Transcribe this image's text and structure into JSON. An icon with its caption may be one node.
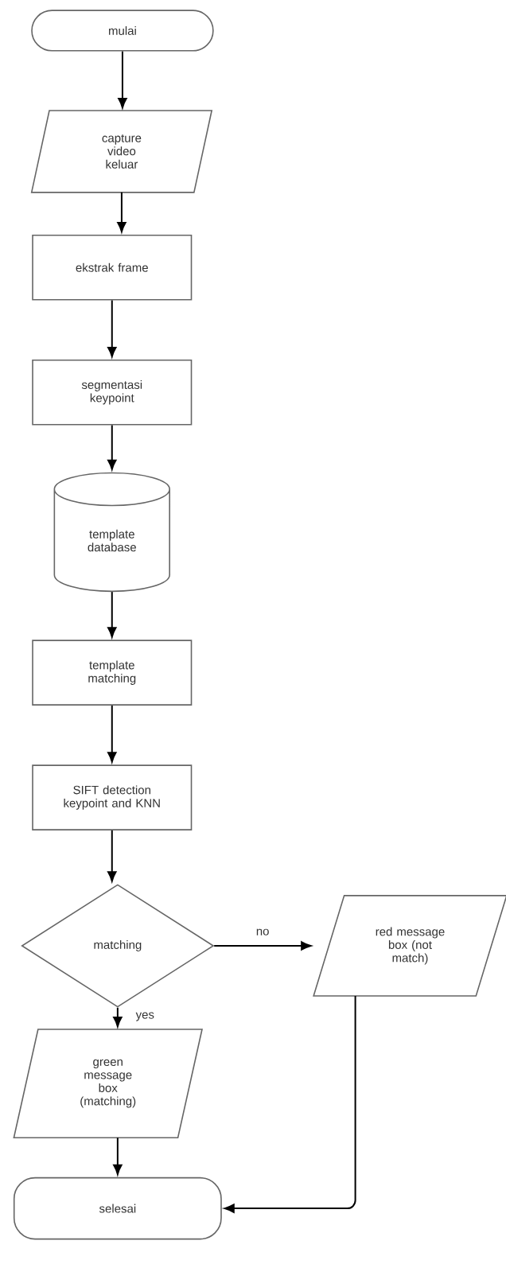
{
  "diagram": {
    "nodes": [
      {
        "text": [
          "mulai"
        ]
      },
      {
        "text": [
          "capture video keluar"
        ]
      },
      {
        "text": [
          "ekstrak frame"
        ]
      },
      {
        "text": [
          "segmentasi keypoint"
        ]
      },
      {
        "text": [
          "template database"
        ]
      },
      {
        "text": [
          "template matching"
        ]
      },
      {
        "text": [
          "SIFT detection keypoint and KNN"
        ]
      },
      {
        "text": [
          "matching"
        ]
      },
      {
        "text": [
          "red message box (not match)"
        ]
      },
      {
        "text": [
          "green message box (matching)"
        ]
      },
      {
        "text": [
          "selesai"
        ]
      }
    ],
    "edges": [
      {
        "from": 0,
        "to": 1,
        "arrow": "to"
      },
      {
        "from": 1,
        "to": 2,
        "arrow": "to"
      },
      {
        "from": 2,
        "to": 3,
        "arrow": "to"
      },
      {
        "from": 3,
        "to": 4,
        "arrow": "to"
      },
      {
        "from": 4,
        "to": 5,
        "arrow": "to"
      },
      {
        "from": 5,
        "to": 6,
        "arrow": "to"
      },
      {
        "from": 6,
        "to": 7,
        "arrow": "to"
      },
      {
        "from": 7,
        "to": 8,
        "arrow": "to",
        "label": "no"
      },
      {
        "from": 7,
        "to": 9,
        "arrow": "to",
        "label": "yes"
      },
      {
        "from": 9,
        "to": 10,
        "arrow": "to"
      },
      {
        "from": 8,
        "to": 10,
        "arrow": "to"
      }
    ]
  }
}
